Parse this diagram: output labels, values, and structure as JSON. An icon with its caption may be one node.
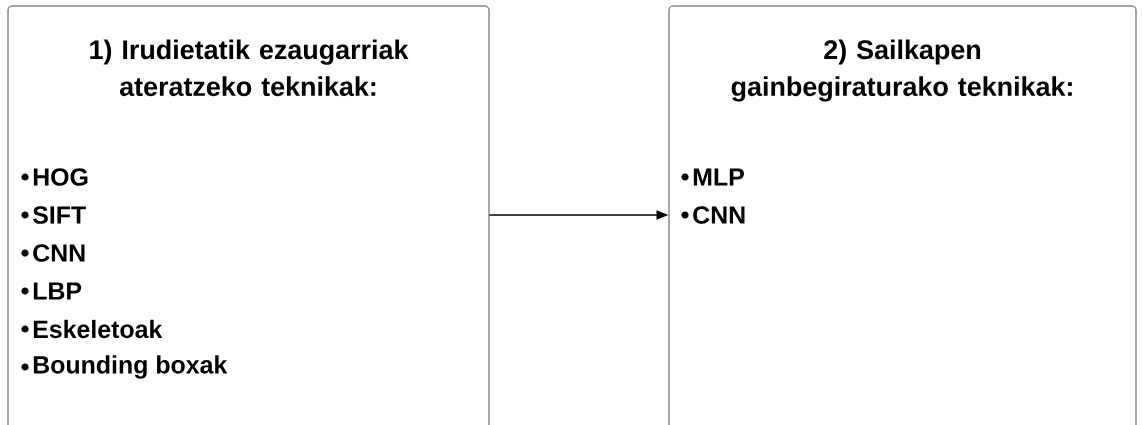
{
  "diagram": {
    "nodes": [
      {
        "text": [
          "1) Irudietatik ezaugarriak ateratzeko teknikak:",
          "HOG",
          "SIFT",
          "CNN",
          "LBP",
          "Eskeletoak",
          "Bounding boxak"
        ]
      },
      {
        "text": [
          "2) Sailkapen gainbegiraturako teknikak:",
          "MLP",
          "CNN"
        ]
      }
    ],
    "edges": [
      {
        "from": 0,
        "to": 1,
        "arrow": "to"
      }
    ]
  }
}
